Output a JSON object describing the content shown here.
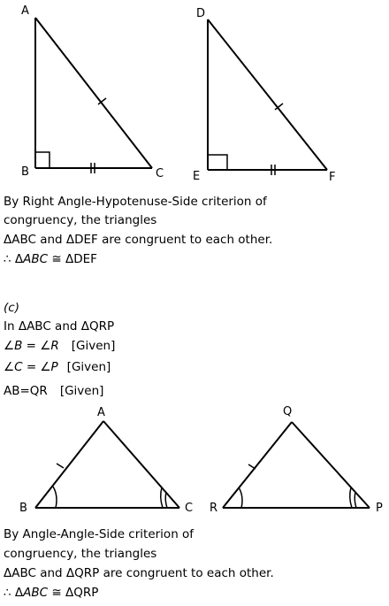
{
  "figure1": {
    "tri1": {
      "A": "A",
      "B": "B",
      "C": "C"
    },
    "tri2": {
      "D": "D",
      "E": "E",
      "F": "F"
    }
  },
  "text1": {
    "line1": "By Right Angle-Hypotenuse-Side criterion of",
    "line2": "congruency, the triangles",
    "line3": "ΔABC and ΔDEF are congruent to each other.",
    "line4_prefix": "∴ Δ",
    "line4_italic": "ABC",
    "line4_suffix": " ≅ ΔDEF"
  },
  "part_c": {
    "label": "(c)",
    "line1": "In ΔABC and ΔQRP",
    "line2_math": "∠B = ∠R",
    "line2_given": "[Given]",
    "line3_math": "∠C = ∠P",
    "line3_given": "[Given]",
    "line4_main": "AB=QR",
    "line4_given": "[Given]"
  },
  "figure2": {
    "tri1": {
      "A": "A",
      "B": "B",
      "C": "C"
    },
    "tri2": {
      "Q": "Q",
      "R": "R",
      "P": "P"
    }
  },
  "text2": {
    "line1": "By Angle-Angle-Side criterion of",
    "line2": "congruency, the triangles",
    "line3": "ΔABC and ΔQRP are congruent to each other.",
    "line4_prefix": "∴ Δ",
    "line4_italic": "ABC",
    "line4_suffix": " ≅ ΔQRP"
  }
}
